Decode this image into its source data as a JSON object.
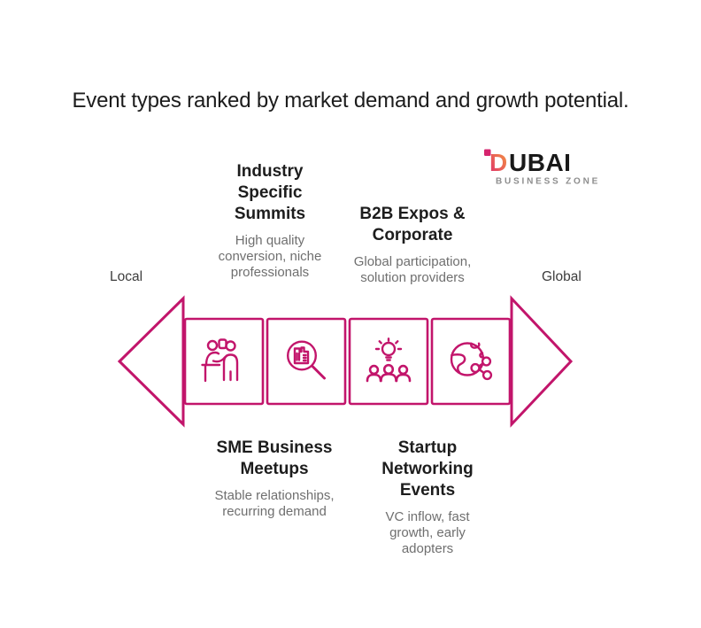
{
  "title": "Event types ranked by market demand and growth potential.",
  "logo": {
    "initial": "D",
    "name_rest": "UBAI",
    "subtitle": "BUSINESS ZONE",
    "colors": {
      "gradient_start": "#F59B3E",
      "gradient_end": "#DE2C6E",
      "accent_square": "#D6246E",
      "name_text": "#191919",
      "subtitle_gray": "#8D8D8D"
    }
  },
  "colors": {
    "accent_magenta": "#C2156B",
    "heading": "#1D1D1D",
    "description": "#6F6F6F",
    "axis_label": "#3D3D3D",
    "background": "#FFFFFF"
  },
  "axis": {
    "left_label": "Local",
    "right_label": "Global"
  },
  "top_annotations": [
    {
      "title": "Industry\nSpecific\nSummits",
      "description": "High quality\nconversion, niche\nprofessionals"
    },
    {
      "title": "B2B Expos &\nCorporate",
      "description": "Global participation,\nsolution providers"
    }
  ],
  "bottom_annotations": [
    {
      "title": "SME Business\nMeetups",
      "description": "Stable relationships,\nrecurring demand"
    },
    {
      "title": "Startup\nNetworking\nEvents",
      "description": "VC inflow, fast\ngrowth, early\nadopters"
    }
  ],
  "arrow": {
    "icons": [
      "meeting-presentation-icon",
      "business-search-icon",
      "idea-audience-icon",
      "global-network-icon"
    ]
  }
}
